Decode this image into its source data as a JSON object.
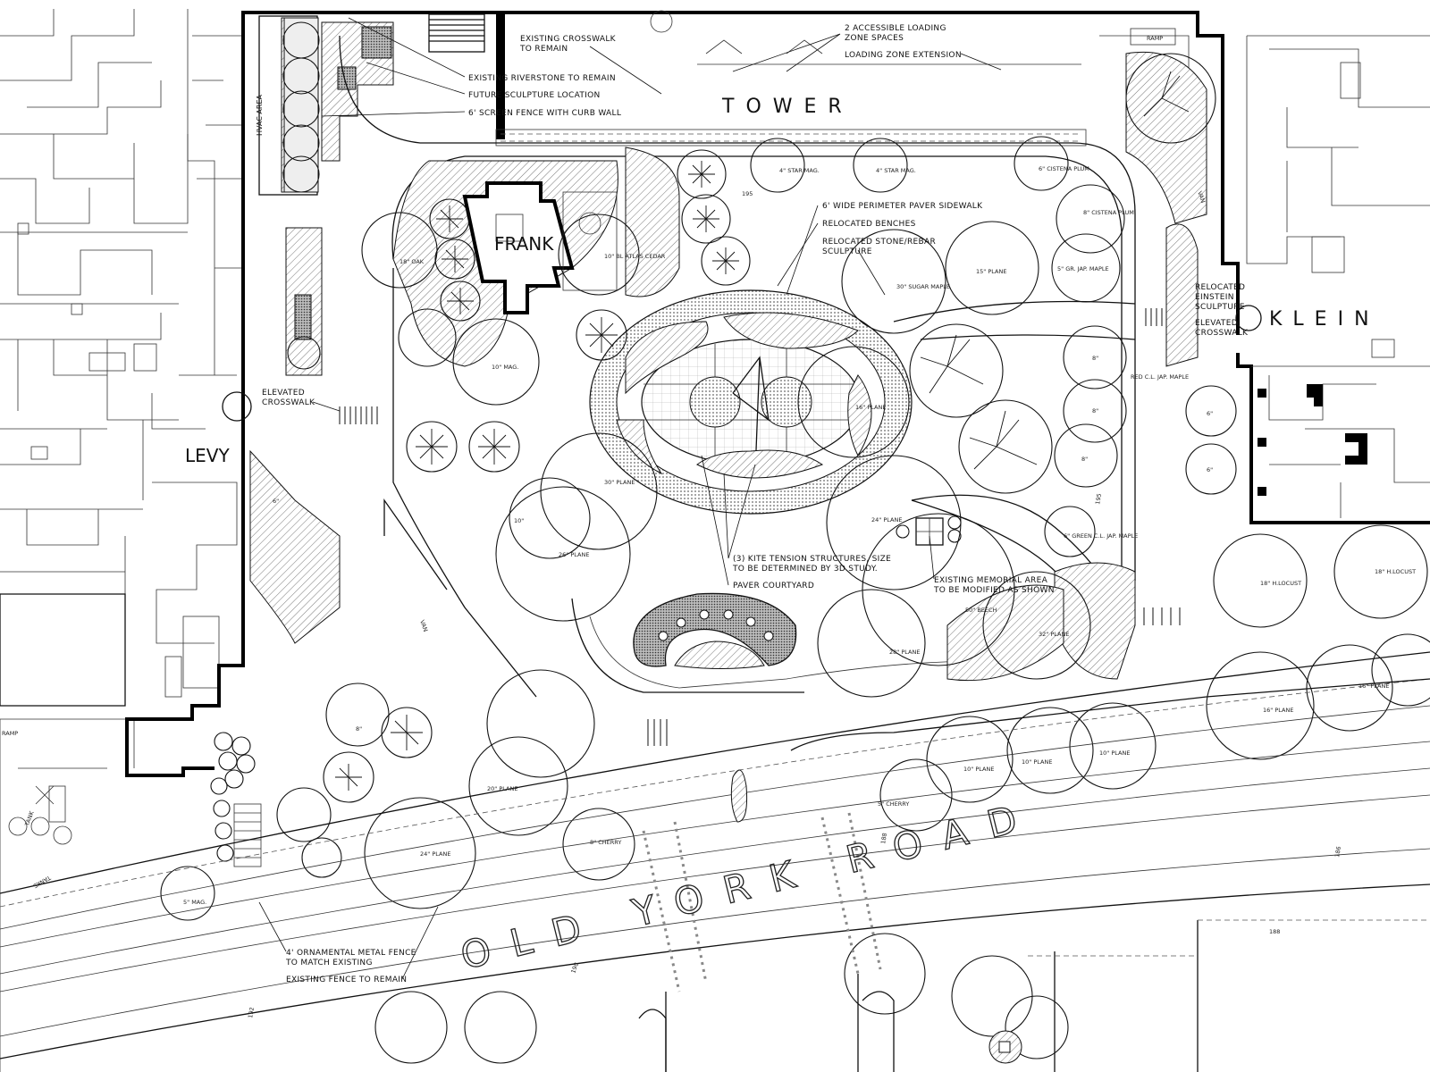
{
  "buildings": {
    "tower": "TOWER",
    "frank": "FRANK",
    "levy": "LEVY",
    "klein": "KLEIN"
  },
  "road": "OLD YORK ROAD",
  "areas": {
    "hvac": "HVAC AREA",
    "ramp_top": "RAMP",
    "ramp_left": "RAMP",
    "tank": "TANK",
    "tanks": "TANKS",
    "van_left": "VAN",
    "van_right": "VAN"
  },
  "callouts": {
    "existing_crosswalk": [
      "EXISTING CROSSWALK",
      "TO REMAIN"
    ],
    "loading_spaces": [
      "2 ACCESSIBLE LOADING",
      "ZONE SPACES"
    ],
    "loading_extension": "LOADING ZONE EXTENSION",
    "riverstone": "EXISTING RIVERSTONE TO REMAIN",
    "future_sculpture": "FUTURE SCULPTURE LOCATION",
    "screen_fence": "6' SCREEN FENCE WITH CURB WALL",
    "perimeter_sidewalk": "6' WIDE PERIMETER PAVER SIDEWALK",
    "relocated_benches": "RELOCATED BENCHES",
    "relocated_sculpture": [
      "RELOCATED STONE/REBAR",
      "SCULPTURE"
    ],
    "elevated_crosswalk_left": [
      "ELEVATED",
      "CROSSWALK"
    ],
    "relocated_einstein": [
      "RELOCATED",
      "EINSTEIN",
      "SCULPTURE"
    ],
    "elevated_crosswalk_right": [
      "ELEVATED",
      "CROSSWALK"
    ],
    "kite_structures": [
      "(3) KITE TENSION STRUCTURES, SIZE",
      "TO BE DETERMINED BY 3D STUDY."
    ],
    "paver_courtyard": "PAVER COURTYARD",
    "memorial": [
      "EXISTING MEMORIAL AREA",
      "TO BE MODIFIED AS SHOWN"
    ],
    "ornamental_fence": [
      "4' ORNAMENTAL METAL FENCE",
      "TO MATCH EXISTING"
    ],
    "existing_fence": "EXISTING FENCE TO REMAIN"
  },
  "trees": [
    "4\" STAR MAG.",
    "4\" STAR MAG.",
    "6\" CISTENA PLUM",
    "8\" CISTENA PLUM",
    "18\" OAK",
    "10\" BL ATLAS CEDAR",
    "30\" SUGAR MAPLE",
    "15\" PLANE",
    "5\" GR. JAP. MAPLE",
    "10\" MAG.",
    "16\" PLANE",
    "RED C.L. JAP. MAPLE",
    "30\" PLANE",
    "10\"",
    "26\" PLANE",
    "24\" PLANE",
    "6\" GREEN C.L. JAP. MAPLE",
    "50\" BEECH",
    "28\" PLANE",
    "32\" PLANE",
    "18\" H.LOCUST",
    "18\" H.LOCUST",
    "16\" PLANE",
    "16\" PLANE",
    "10\" PLANE",
    "10\" PLANE",
    "10\" PLANE",
    "5\" CHERRY",
    "20\" PLANE",
    "8\" CHERRY",
    "24\" PLANE",
    "5\" MAG.",
    "8\"",
    "8\"",
    "8\"",
    "6\"",
    "6\"",
    "8\"",
    "6\""
  ],
  "contours": [
    "195",
    "195",
    "188",
    "186",
    "188",
    "192",
    "190"
  ]
}
